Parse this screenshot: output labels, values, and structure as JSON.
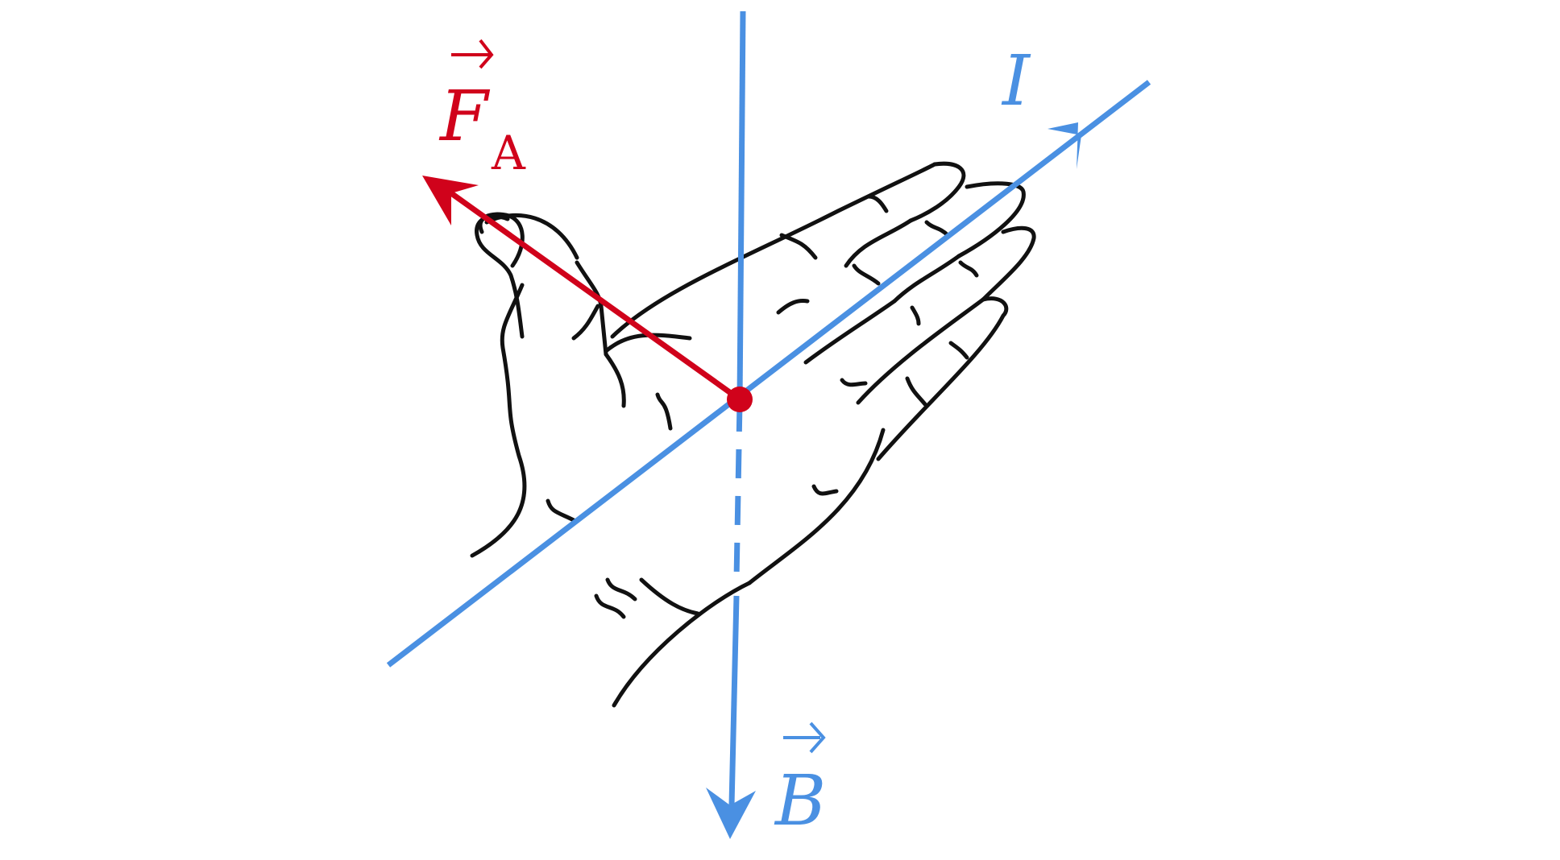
{
  "labels": {
    "force": "F",
    "force_subscript": "A",
    "field": "B",
    "current": "I"
  },
  "colors": {
    "field_and_current": "#4a90e2",
    "force": "#d0021b",
    "hand_outline": "#111111",
    "background": "#ffffff"
  },
  "icons": {
    "hand": "left-hand-icon",
    "vector_arrow": "vector-arrow-icon"
  }
}
